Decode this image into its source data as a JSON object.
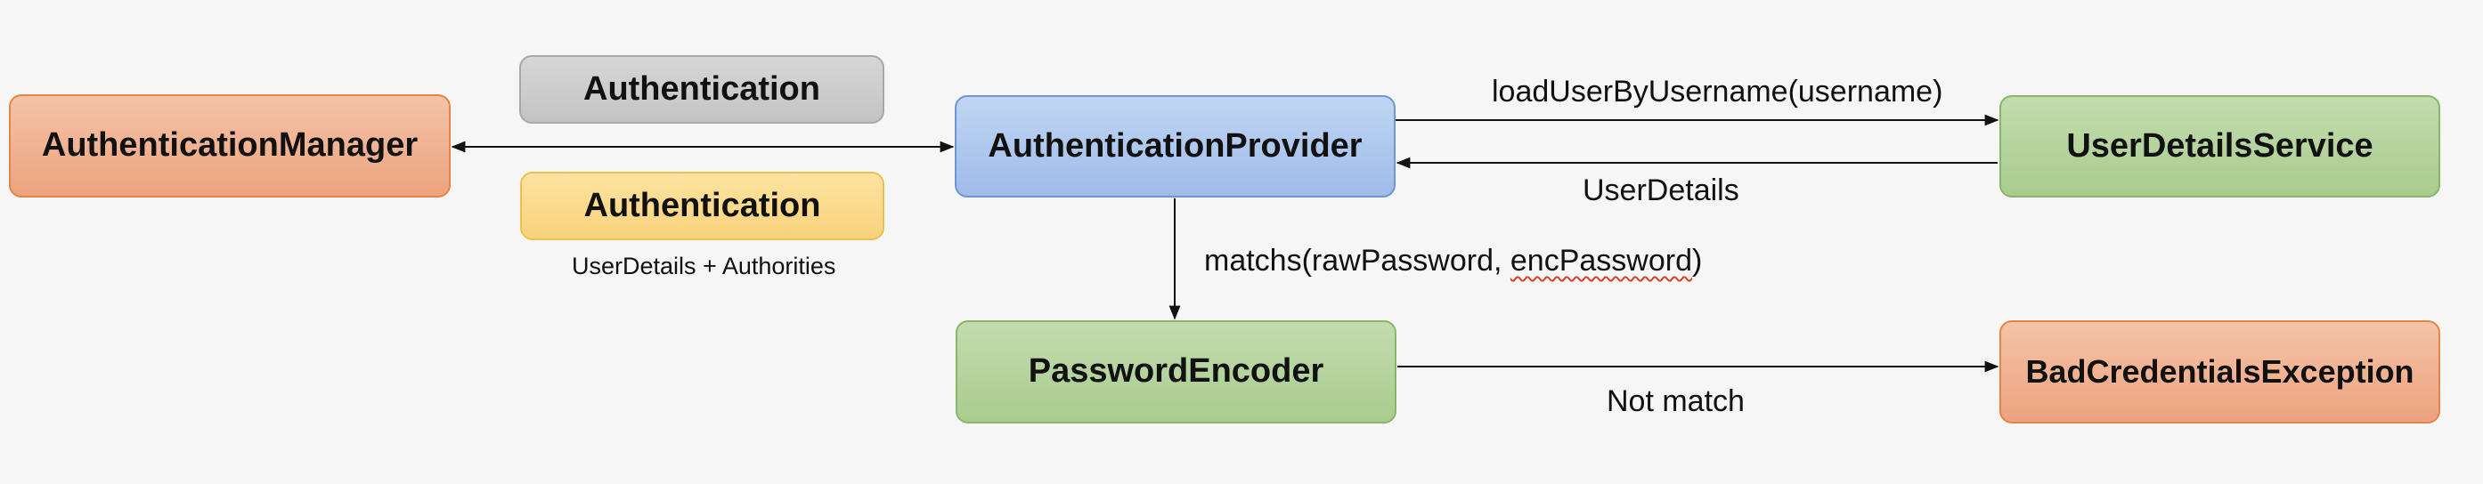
{
  "boxes": {
    "auth_manager": "AuthenticationManager",
    "auth_request": "Authentication",
    "auth_result": "Authentication",
    "auth_provider": "AuthenticationProvider",
    "user_details_service": "UserDetailsService",
    "password_encoder": "PasswordEncoder",
    "bad_credentials": "BadCredentialsException"
  },
  "labels": {
    "load_user": "loadUserByUsername(username)",
    "user_details": "UserDetails",
    "auth_result_note": "UserDetails + Authorities",
    "matches_prefix": "matchs(rawPassword, ",
    "matches_misspelled": "encPassword",
    "matches_suffix": ")",
    "not_match": "Not match"
  },
  "colors": {
    "orange": "#eda37f",
    "blue": "#9fbbe8",
    "green": "#a9cc8e",
    "gray": "#c4c4c4",
    "yellow": "#f8d27c",
    "arrow": "#111111",
    "spellcheck": "#d9402a"
  }
}
